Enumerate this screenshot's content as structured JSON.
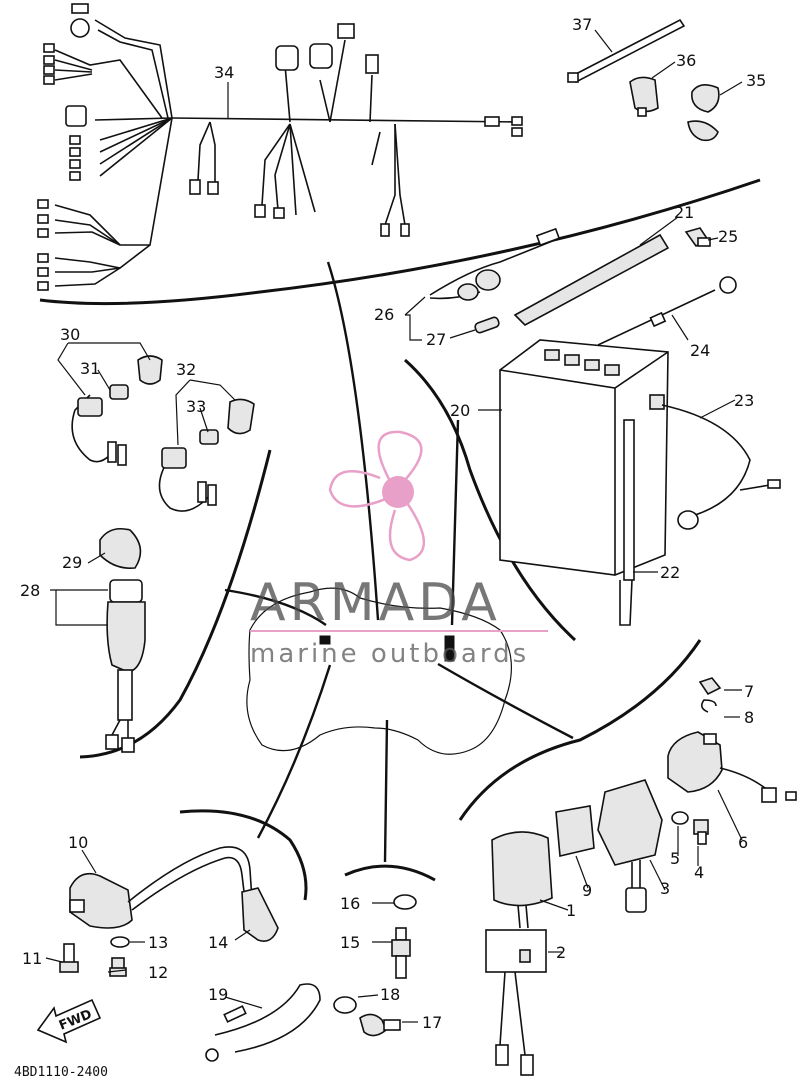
{
  "diagram": {
    "doc_code": "4BD1110-2400",
    "fwd_label": "FWD",
    "watermark": {
      "brand": "ARMADA",
      "tagline": "marine outboards",
      "logo_color": "#e8a0c8"
    },
    "callouts": [
      {
        "id": "c1",
        "label": "1"
      },
      {
        "id": "c2",
        "label": "2"
      },
      {
        "id": "c3",
        "label": "3"
      },
      {
        "id": "c4",
        "label": "4"
      },
      {
        "id": "c5",
        "label": "5"
      },
      {
        "id": "c6",
        "label": "6"
      },
      {
        "id": "c7",
        "label": "7"
      },
      {
        "id": "c8",
        "label": "8"
      },
      {
        "id": "c9",
        "label": "9"
      },
      {
        "id": "c10",
        "label": "10"
      },
      {
        "id": "c11",
        "label": "11"
      },
      {
        "id": "c12",
        "label": "12"
      },
      {
        "id": "c13",
        "label": "13"
      },
      {
        "id": "c14",
        "label": "14"
      },
      {
        "id": "c15",
        "label": "15"
      },
      {
        "id": "c16",
        "label": "16"
      },
      {
        "id": "c17",
        "label": "17"
      },
      {
        "id": "c18",
        "label": "18"
      },
      {
        "id": "c19",
        "label": "19"
      },
      {
        "id": "c20",
        "label": "20"
      },
      {
        "id": "c21",
        "label": "21"
      },
      {
        "id": "c22",
        "label": "22"
      },
      {
        "id": "c23",
        "label": "23"
      },
      {
        "id": "c24",
        "label": "24"
      },
      {
        "id": "c25",
        "label": "25"
      },
      {
        "id": "c26",
        "label": "26"
      },
      {
        "id": "c27",
        "label": "27"
      },
      {
        "id": "c28",
        "label": "28"
      },
      {
        "id": "c29",
        "label": "29"
      },
      {
        "id": "c30",
        "label": "30"
      },
      {
        "id": "c31",
        "label": "31"
      },
      {
        "id": "c32",
        "label": "32"
      },
      {
        "id": "c33",
        "label": "33"
      },
      {
        "id": "c34",
        "label": "34"
      },
      {
        "id": "c35",
        "label": "35"
      },
      {
        "id": "c36",
        "label": "36"
      },
      {
        "id": "c37",
        "label": "37"
      }
    ]
  }
}
